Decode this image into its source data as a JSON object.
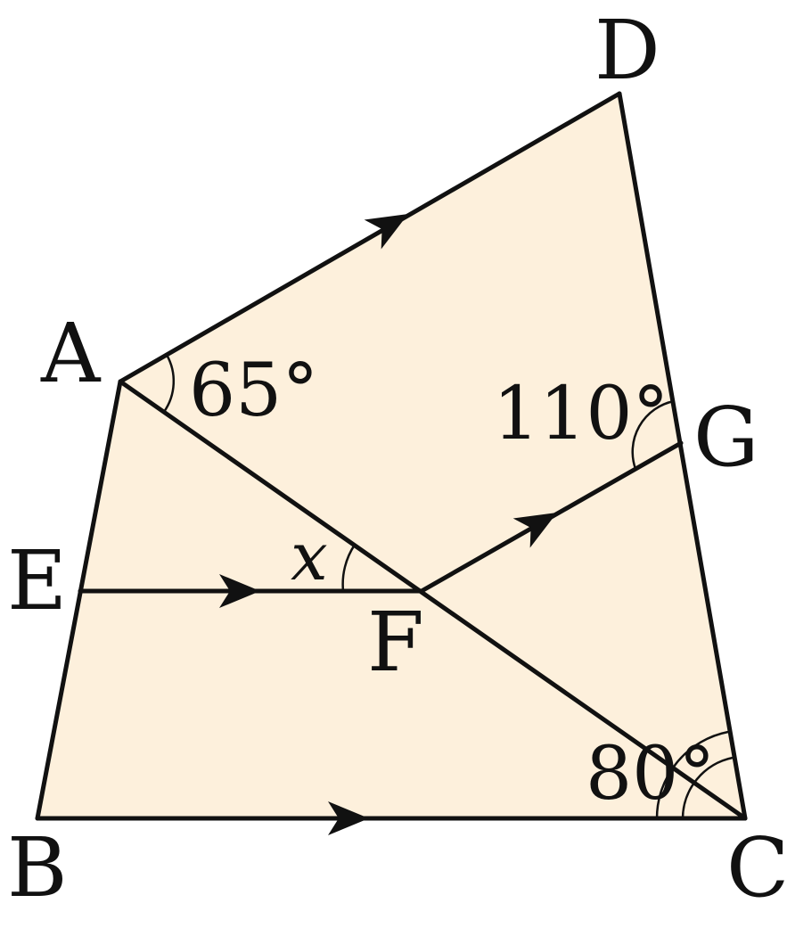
{
  "diagram": {
    "fill_color": "#fdf0dc",
    "stroke_color": "#111111",
    "points": {
      "A": "A",
      "B": "B",
      "C": "C",
      "D": "D",
      "E": "E",
      "F": "F",
      "G": "G"
    },
    "angles": {
      "at_A": "65°",
      "at_G": "110°",
      "at_C": "80°",
      "at_F": "x"
    },
    "segments": [
      "AD",
      "DC",
      "CB",
      "BA",
      "AC",
      "EF",
      "FG"
    ],
    "parallel_marks": [
      "AD",
      "FG",
      "EF",
      "BC"
    ]
  }
}
